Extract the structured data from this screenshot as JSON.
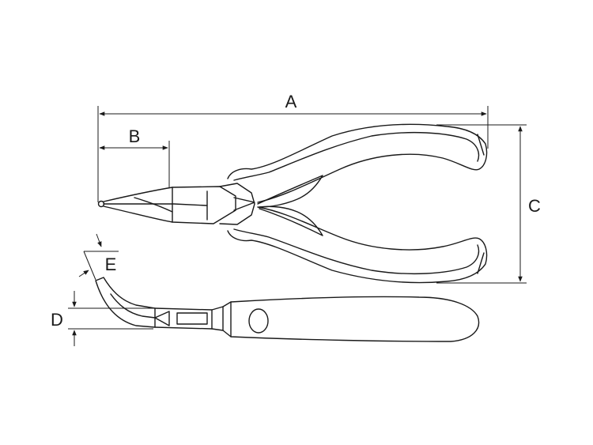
{
  "diagram": {
    "dimension_labels": {
      "a": "A",
      "b": "B",
      "c": "C",
      "d": "D",
      "e": "E"
    },
    "line_color": "#1a1a1a",
    "background": "#ffffff"
  }
}
